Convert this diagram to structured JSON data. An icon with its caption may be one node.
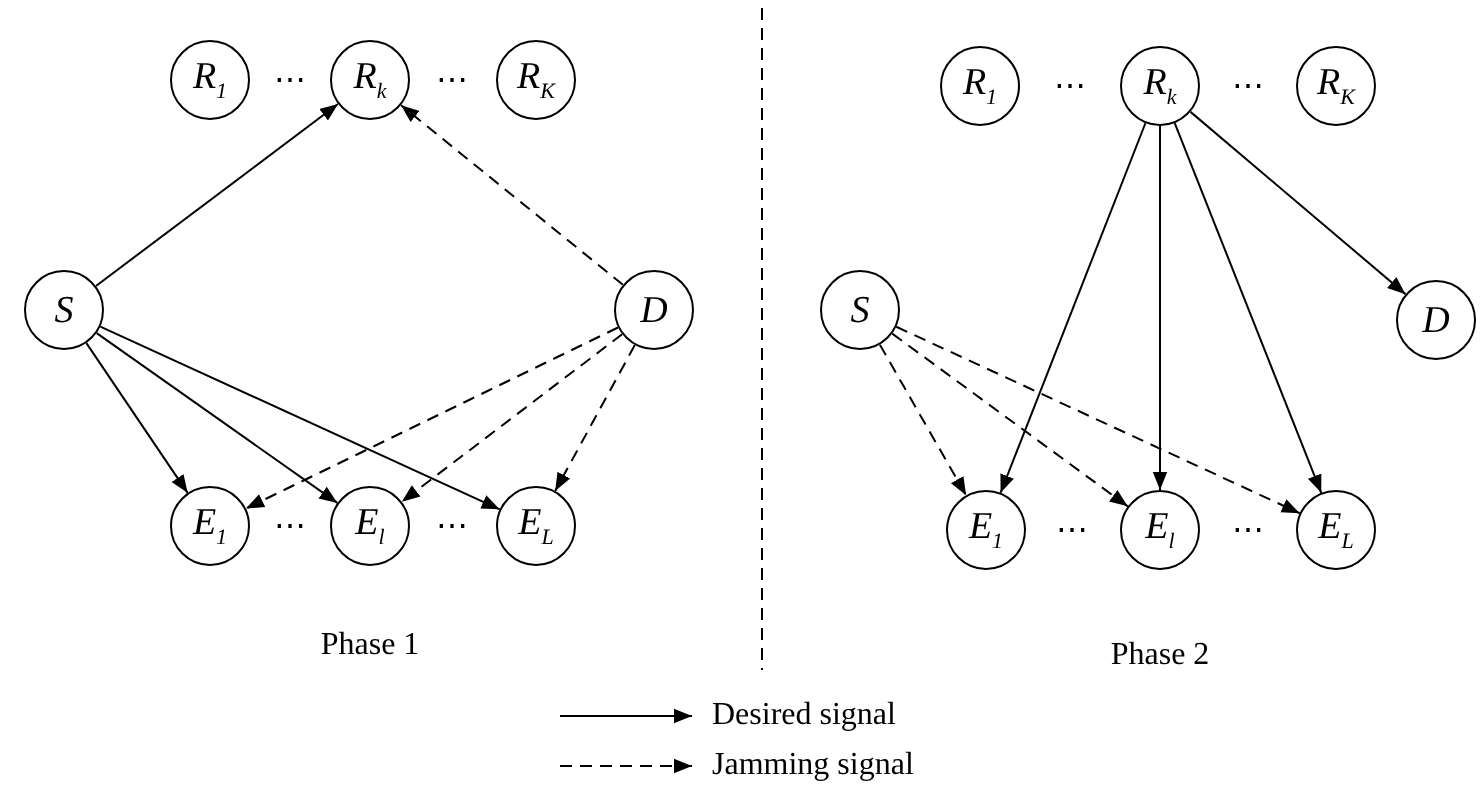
{
  "diagram": {
    "nodes": [
      {
        "text": [
          "R$_{1}$"
        ]
      },
      {
        "text": [
          "R$_{k}$"
        ]
      },
      {
        "text": [
          "R$_{K}$"
        ]
      },
      {
        "text": [
          "S"
        ]
      },
      {
        "text": [
          "D"
        ]
      },
      {
        "text": [
          "E$_{1}$"
        ]
      },
      {
        "text": [
          "E$_{l}$"
        ]
      },
      {
        "text": [
          "E$_{L}$"
        ]
      },
      {
        "text": [
          "R$_{1}$"
        ]
      },
      {
        "text": [
          "R$_{k}$"
        ]
      },
      {
        "text": [
          "R$_{K}$"
        ]
      },
      {
        "text": [
          "S"
        ]
      },
      {
        "text": [
          "D"
        ]
      },
      {
        "text": [
          "E$_{1}$"
        ]
      },
      {
        "text": [
          "E$_{l}$"
        ]
      },
      {
        "text": [
          "E$_{L}$"
        ]
      }
    ],
    "edges": [
      {
        "from": 3,
        "to": 1,
        "arrow": "to"
      },
      {
        "from": 3,
        "to": 5,
        "arrow": "to"
      },
      {
        "from": 3,
        "to": 6,
        "arrow": "to"
      },
      {
        "from": 3,
        "to": 7,
        "arrow": "to"
      },
      {
        "from": 4,
        "to": 1,
        "arrow": "to",
        "style": "dashed"
      },
      {
        "from": 4,
        "to": 5,
        "arrow": "to",
        "style": "dashed"
      },
      {
        "from": 4,
        "to": 6,
        "arrow": "to",
        "style": "dashed"
      },
      {
        "from": 4,
        "to": 7,
        "arrow": "to",
        "style": "dashed"
      },
      {
        "from": 9,
        "to": 13,
        "arrow": "to"
      },
      {
        "from": 9,
        "to": 14,
        "arrow": "to"
      },
      {
        "from": 9,
        "to": 15,
        "arrow": "to"
      },
      {
        "from": 9,
        "to": 12,
        "arrow": "to"
      },
      {
        "from": 11,
        "to": 13,
        "arrow": "to",
        "style": "dashed"
      },
      {
        "from": 11,
        "to": 14,
        "arrow": "to",
        "style": "dashed"
      },
      {
        "from": 11,
        "to": 15,
        "arrow": "to",
        "style": "dashed"
      }
    ],
    "labels": [
      "⋯",
      "⋯",
      "Phase 1",
      "⋯",
      "⋯",
      "Phase 2",
      "⋯",
      "⋯",
      "⋯",
      "⋯"
    ],
    "legend": [
      {
        "text": "Desired signal"
      },
      {
        "text": "Jamming signal"
      }
    ]
  }
}
